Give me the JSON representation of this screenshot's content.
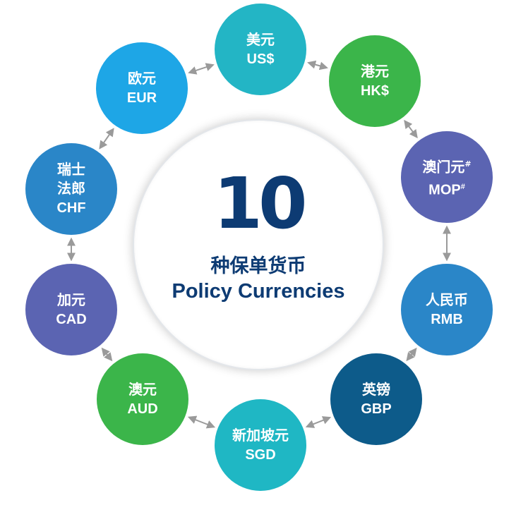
{
  "center": {
    "number": "10",
    "subtitle_cn": "种保单货币",
    "subtitle_en": "Policy Currencies"
  },
  "colors": {
    "text_dark": "#0d3b73",
    "arrow": "#9a9a9a"
  },
  "currencies": [
    {
      "cn": "美元",
      "code": "US$",
      "color": "#23b5c5"
    },
    {
      "cn": "港元",
      "code": "HK$",
      "color": "#3bb54a"
    },
    {
      "cn": "澳门元",
      "cn_mark": "#",
      "code": "MOP",
      "code_mark": "#",
      "color": "#5b64b2"
    },
    {
      "cn": "人民币",
      "code": "RMB",
      "color": "#2a86c8"
    },
    {
      "cn": "英镑",
      "code": "GBP",
      "color": "#0d5b8a"
    },
    {
      "cn": "新加坡元",
      "code": "SGD",
      "color": "#1fb7c4"
    },
    {
      "cn": "澳元",
      "code": "AUD",
      "color": "#3bb54a"
    },
    {
      "cn": "加元",
      "code": "CAD",
      "color": "#5b64b2"
    },
    {
      "cn": "瑞士\n法郎",
      "code": "CHF",
      "color": "#2a86c8"
    },
    {
      "cn": "欧元",
      "code": "EUR",
      "color": "#1ea6e6"
    }
  ]
}
